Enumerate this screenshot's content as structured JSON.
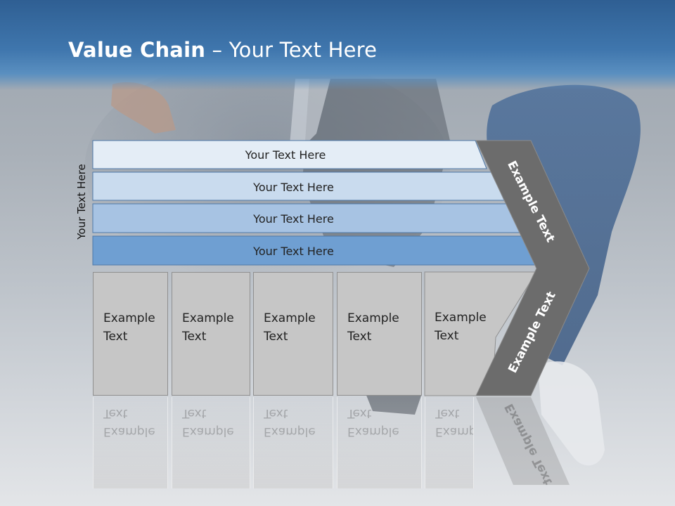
{
  "title": {
    "bold": "Value Chain",
    "rest": " – Your Text Here"
  },
  "side_label": "Your Text Here",
  "bars": [
    {
      "label": "Your Text Here",
      "color": "#e4edf6"
    },
    {
      "label": "Your Text Here",
      "color": "#c9dbee"
    },
    {
      "label": "Your Text Here",
      "color": "#a7c3e3"
    },
    {
      "label": "Your Text Here",
      "color": "#6f9fd2"
    }
  ],
  "columns": [
    {
      "line1": "Example",
      "line2": "Text"
    },
    {
      "line1": "Example",
      "line2": "Text"
    },
    {
      "line1": "Example",
      "line2": "Text"
    },
    {
      "line1": "Example",
      "line2": "Text"
    },
    {
      "line1": "Example",
      "line2": "Text"
    }
  ],
  "chevron": {
    "top_label": "Example Text",
    "bottom_label": "Example Text",
    "color": "#6c6c6c"
  }
}
